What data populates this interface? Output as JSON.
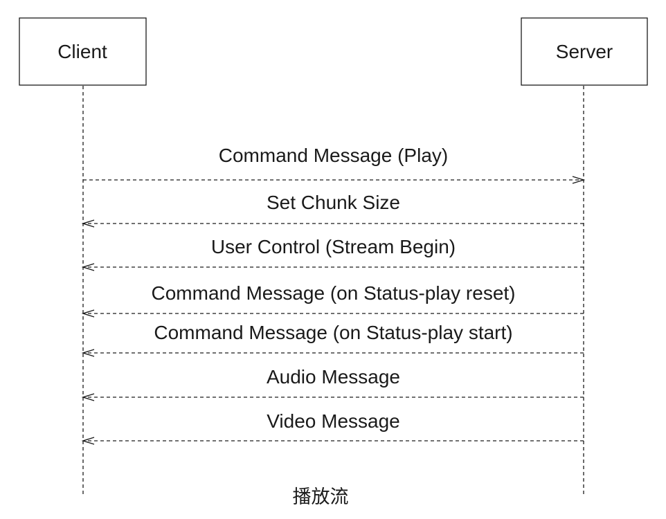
{
  "actors": {
    "client": "Client",
    "server": "Server"
  },
  "messages": [
    {
      "label": "Command Message (Play)",
      "from": "client",
      "to": "server"
    },
    {
      "label": "Set Chunk Size",
      "from": "server",
      "to": "client"
    },
    {
      "label": "User Control (Stream Begin)",
      "from": "server",
      "to": "client"
    },
    {
      "label": "Command Message (on Status-play reset)",
      "from": "server",
      "to": "client"
    },
    {
      "label": "Command Message (on Status-play start)",
      "from": "server",
      "to": "client"
    },
    {
      "label": "Audio Message",
      "from": "server",
      "to": "client"
    },
    {
      "label": "Video Message",
      "from": "server",
      "to": "client"
    }
  ],
  "caption": "播放流"
}
